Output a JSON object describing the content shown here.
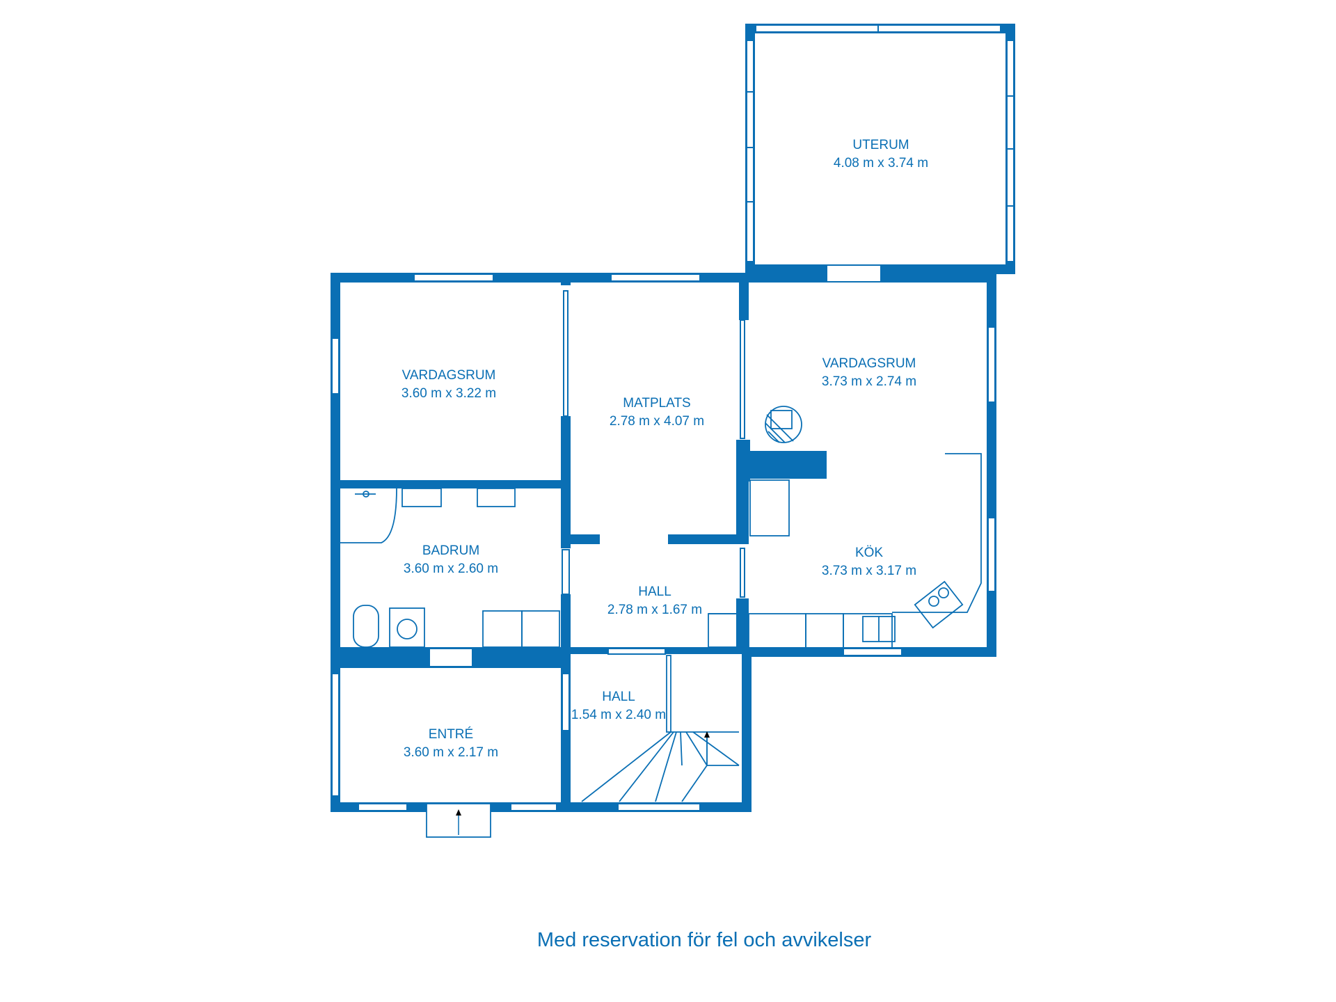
{
  "colors": {
    "wall": "#0a6fb4",
    "background": "#ffffff"
  },
  "rooms": [
    {
      "name": "UTERUM",
      "size": "4.08 m x 3.74 m"
    },
    {
      "name": "VARDAGSRUM",
      "size": "3.60 m x 3.22 m"
    },
    {
      "name": "MATPLATS",
      "size": "2.78 m x 4.07 m"
    },
    {
      "name": "VARDAGSRUM",
      "size": "3.73 m x 2.74 m"
    },
    {
      "name": "BADRUM",
      "size": "3.60 m x 2.60 m"
    },
    {
      "name": "KÖK",
      "size": "3.73 m x 3.17 m"
    },
    {
      "name": "HALL",
      "size": "2.78 m x 1.67 m"
    },
    {
      "name": "HALL",
      "size": "1.54 m x 2.40 m"
    },
    {
      "name": "ENTRÉ",
      "size": "3.60 m x 2.17 m"
    }
  ],
  "footer": {
    "disclaimer": "Med reservation för fel och avvikelser"
  }
}
